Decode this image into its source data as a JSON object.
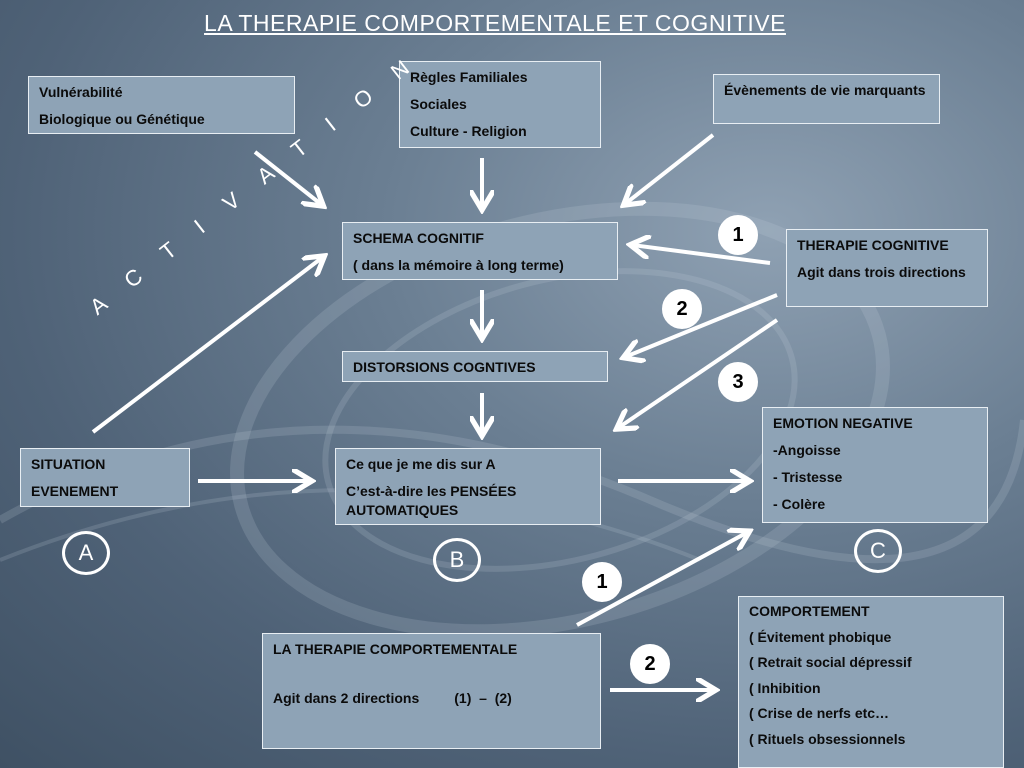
{
  "title": "LA  THERAPIE   COMPORTEMENTALE   ET  COGNITIVE",
  "boxes": {
    "vulnerabilite": [
      "Vulnérabilité",
      "Biologique ou Génétique"
    ],
    "regles": [
      "Règles Familiales",
      "Sociales",
      "Culture - Religion"
    ],
    "evenements": [
      "Évènements de vie marquants"
    ],
    "schema": [
      "SCHEMA COGNITIF",
      "( dans la mémoire à long terme)"
    ],
    "therapie_cognitive": [
      "THERAPIE  COGNITIVE",
      "Agit dans trois directions"
    ],
    "distorsions": [
      "DISTORSIONS  COGNTIVES"
    ],
    "emotion": [
      "EMOTION NEGATIVE",
      "-Angoisse",
      "- Tristesse",
      "- Colère"
    ],
    "situation": [
      "SITUATION",
      "EVENEMENT"
    ],
    "pensees": [
      "Ce que je me dis sur  A",
      "C’est-à-dire les   PENSÉES AUTOMATIQUES"
    ],
    "therapie_comportementale": [
      "LA THERAPIE COMPORTEMENTALE",
      "Agit dans 2 directions         (1)  –  (2)"
    ],
    "comportement": [
      "COMPORTEMENT",
      "( Évitement phobique",
      "( Retrait social dépressif",
      "( Inhibition",
      "( Crise de nerfs etc…",
      "( Rituels obsessionnels"
    ]
  },
  "activation_label": "A C T I V A T I O N",
  "markers": {
    "cog1": "1",
    "cog2": "2",
    "cog3": "3",
    "comp1": "1",
    "comp2": "2",
    "a": "A",
    "b": "B",
    "c": "C"
  }
}
